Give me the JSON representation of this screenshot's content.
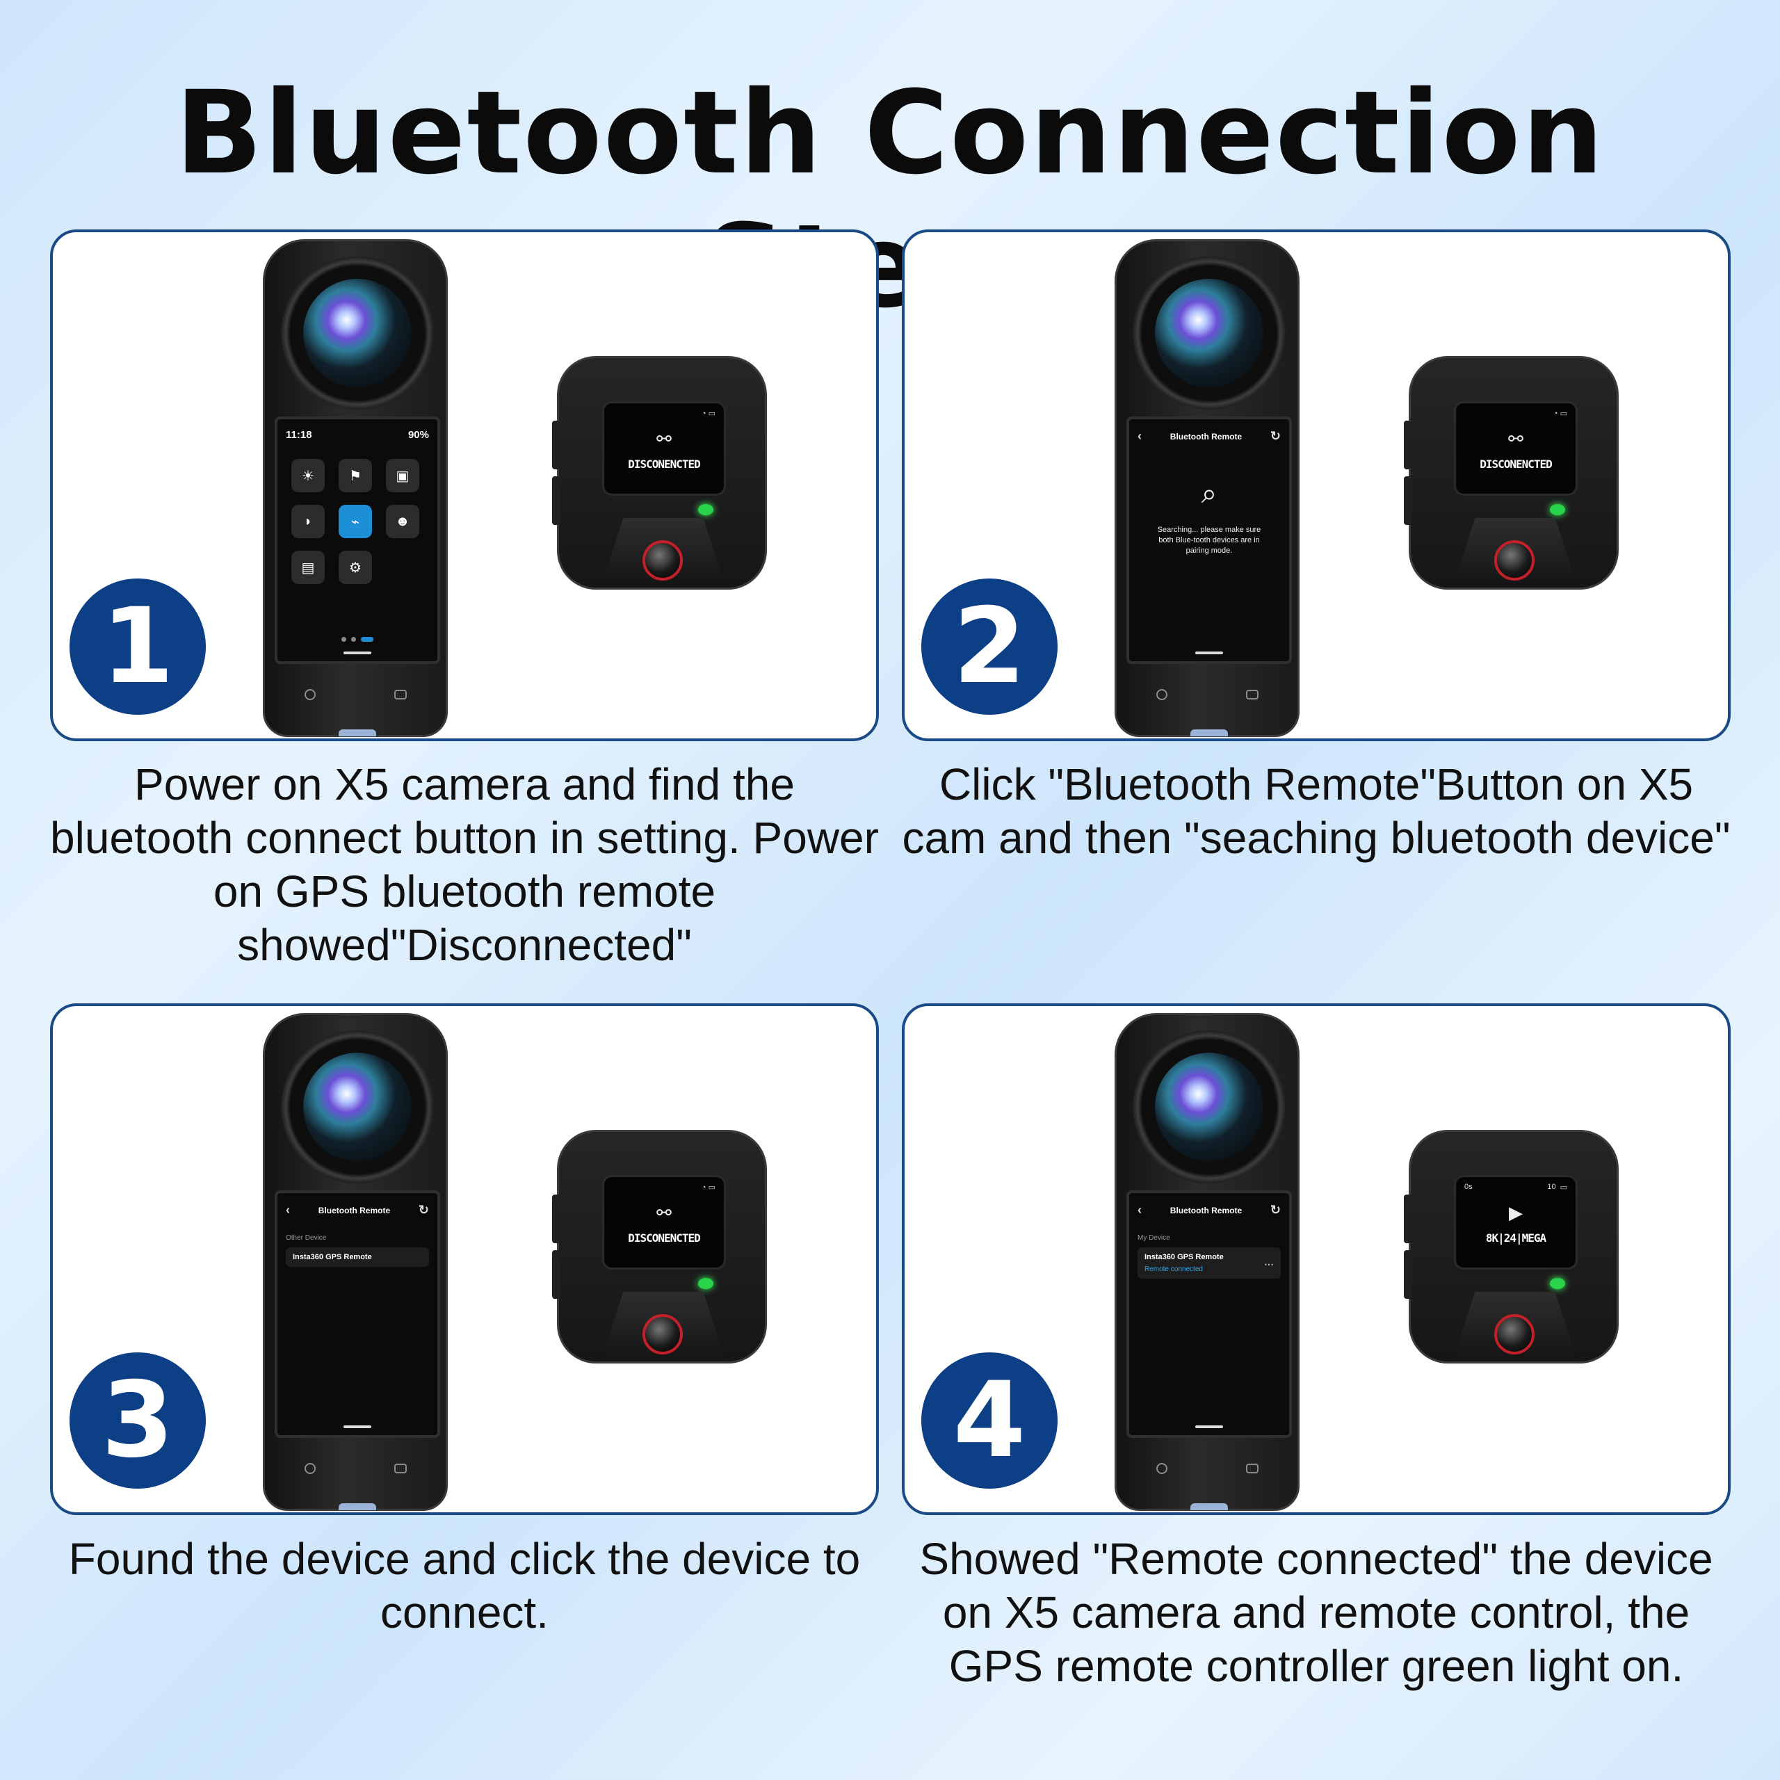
{
  "title": "Bluetooth Connection Steps",
  "steps": [
    {
      "number": "1",
      "caption": "Power on X5 camera and find the bluetooth connect button in setting. Power on GPS bluetooth remote showed\"Disconnected\"",
      "camera_screen": {
        "time": "11:18",
        "battery": "90%"
      },
      "remote_screen": {
        "text": "DISCONENCTED"
      }
    },
    {
      "number": "2",
      "caption": "Click \"Bluetooth Remote\"Button on X5 cam and then \"seaching bluetooth device\"",
      "camera_screen": {
        "header": "Bluetooth Remote",
        "message": "Searching... please make sure both Blue-tooth devices are in pairing mode."
      },
      "remote_screen": {
        "text": "DISCONENCTED"
      }
    },
    {
      "number": "3",
      "caption": "Found the device and click the device to connect.",
      "camera_screen": {
        "header": "Bluetooth Remote",
        "section": "Other Device",
        "device": "Insta360 GPS Remote"
      },
      "remote_screen": {
        "text": "DISCONENCTED"
      }
    },
    {
      "number": "4",
      "caption": "Showed \"Remote connected\" the device on X5 camera and remote control, the GPS remote controller green light on.",
      "camera_screen": {
        "header": "Bluetooth Remote",
        "section": "My Device",
        "device": "Insta360 GPS Remote",
        "status": "Remote connected"
      },
      "remote_screen": {
        "left_status": "0s",
        "right_status": "10",
        "text": "8K|24|MEGA"
      }
    }
  ],
  "colors": {
    "badge": "#0d3f86",
    "panel_border": "#1a4b86",
    "led": "#29d44a",
    "accent": "#1d8fd6"
  }
}
